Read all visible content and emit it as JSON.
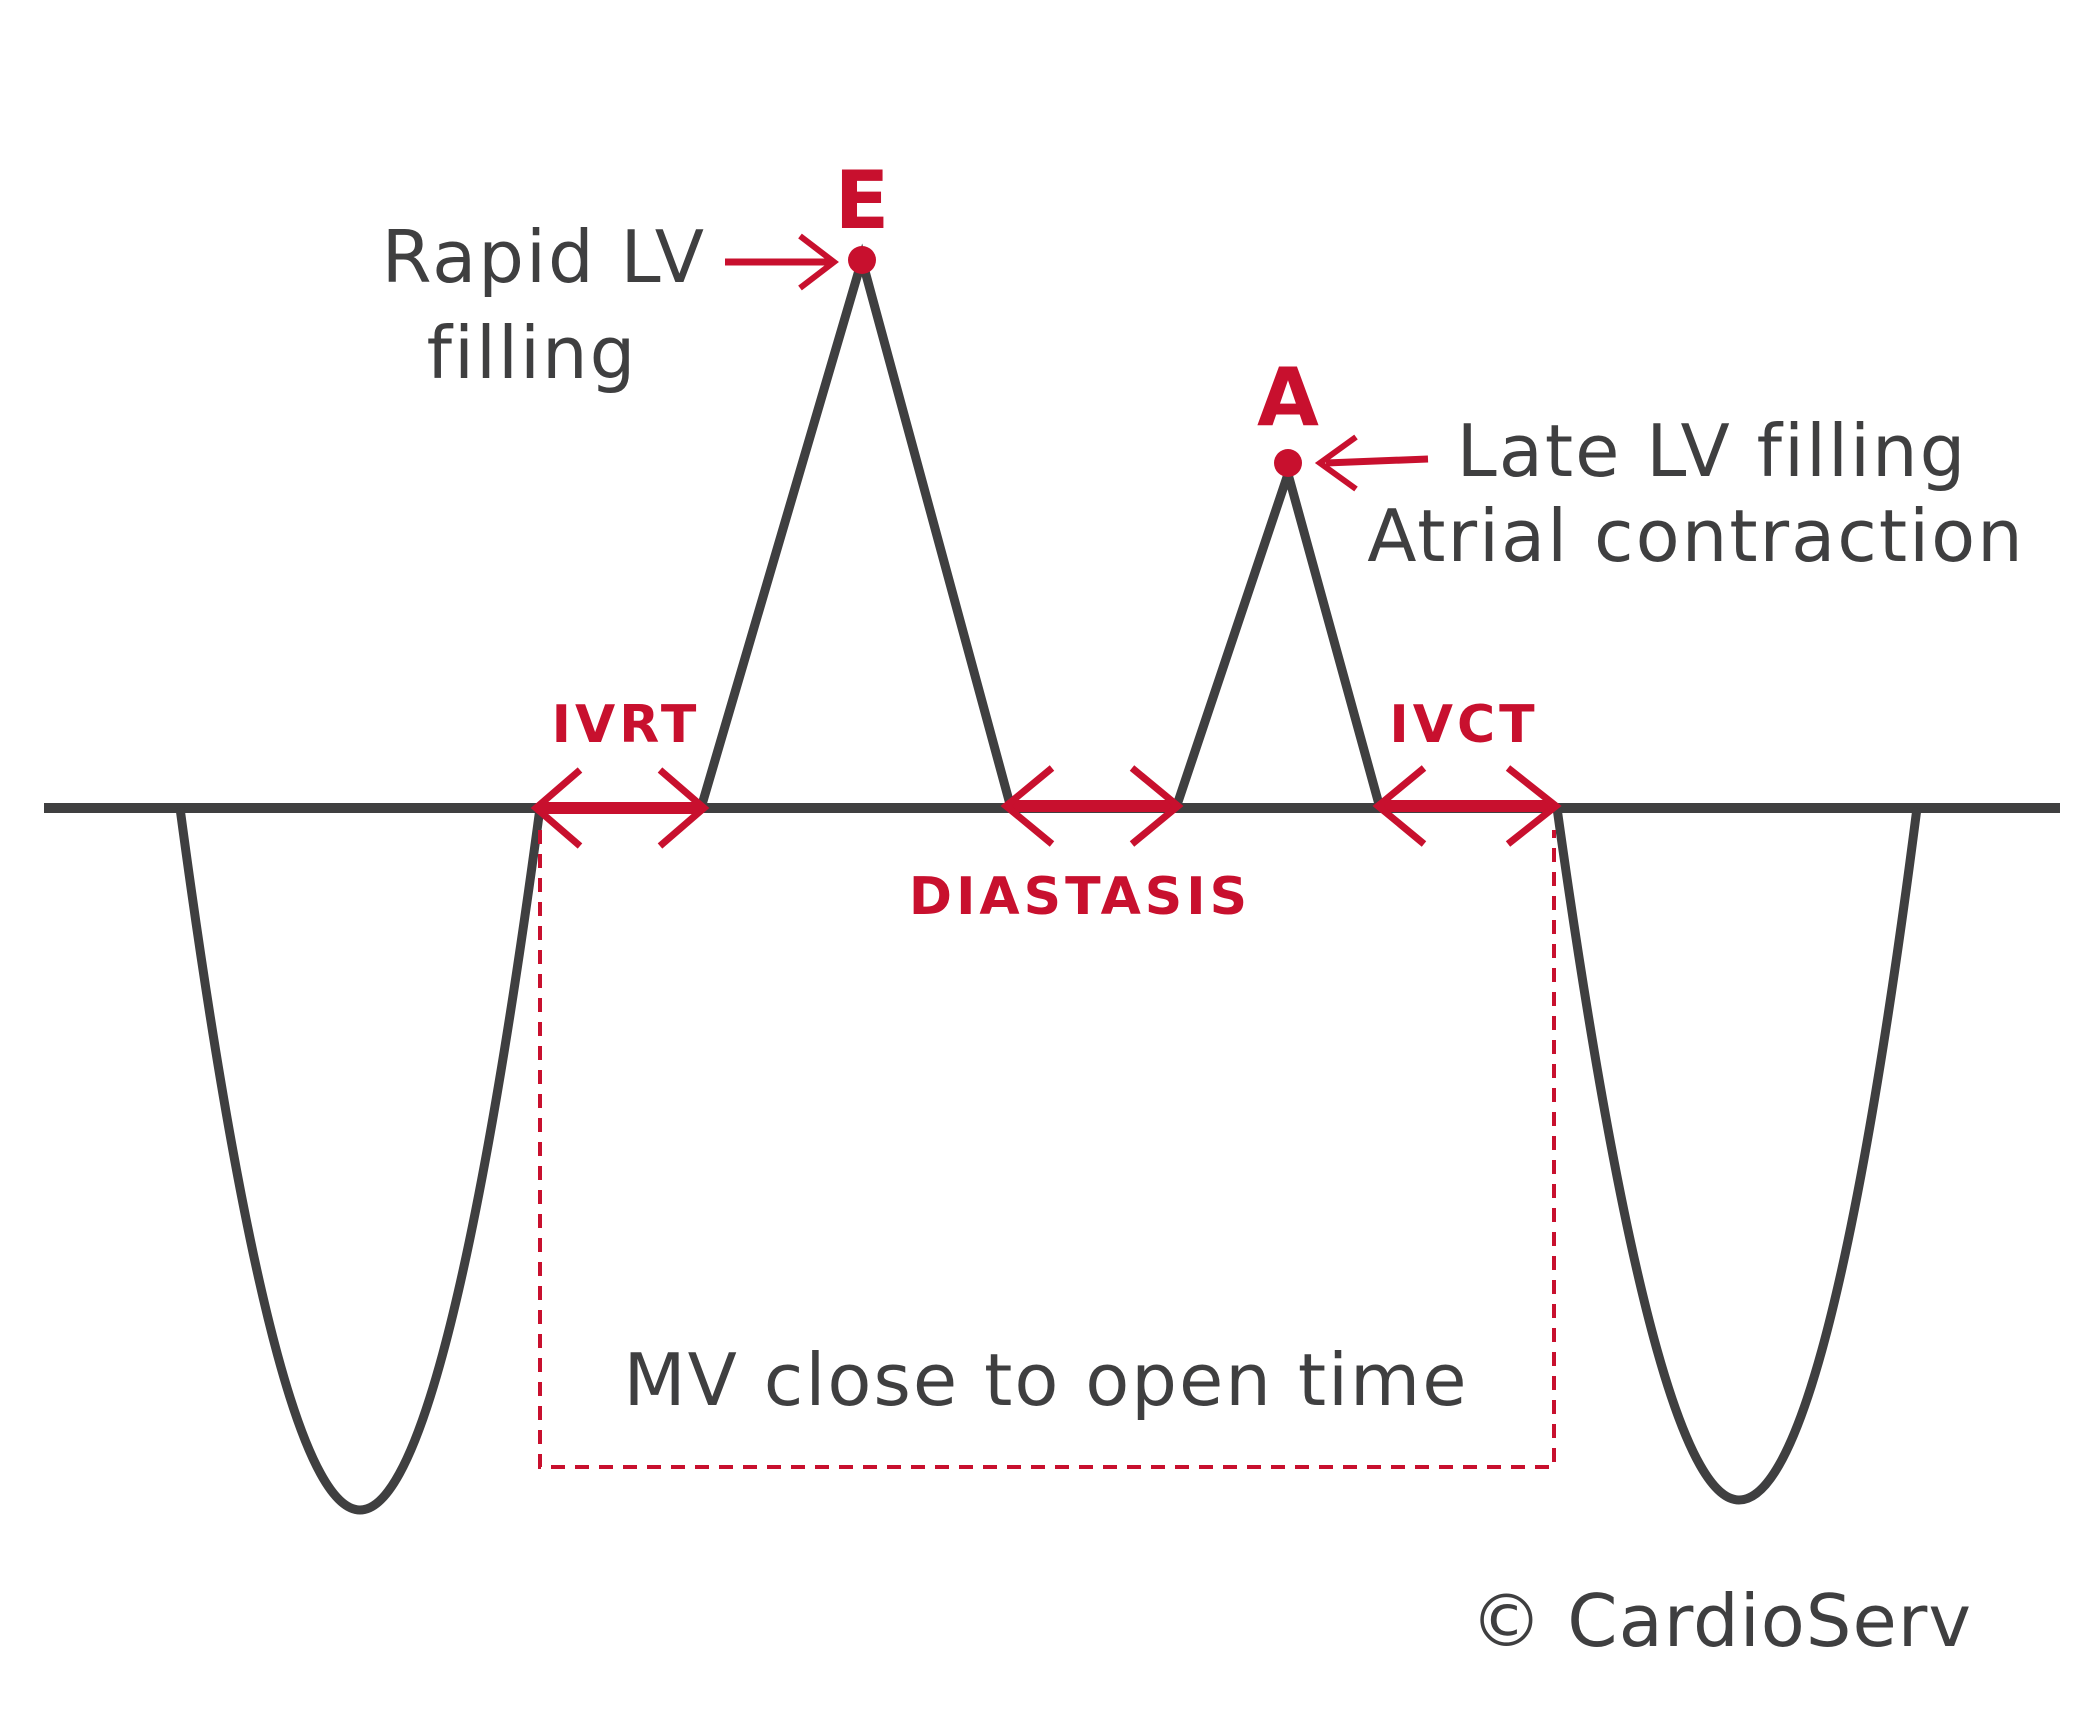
{
  "diagram": {
    "peaks": {
      "e_label": "E",
      "a_label": "A"
    },
    "annotations": {
      "rapid_filling_line1": "Rapid LV",
      "rapid_filling_line2": "filling",
      "late_filling_line1": "Late LV filling",
      "late_filling_line2": "Atrial contraction"
    },
    "intervals": {
      "ivrt": "IVRT",
      "diastasis": "DIASTASIS",
      "ivct": "IVCT"
    },
    "mv_time_label": "MV close to open time",
    "copyright": "© CardioServ"
  },
  "colors": {
    "waveform": "#3f3f40",
    "accent": "#c8102e"
  }
}
